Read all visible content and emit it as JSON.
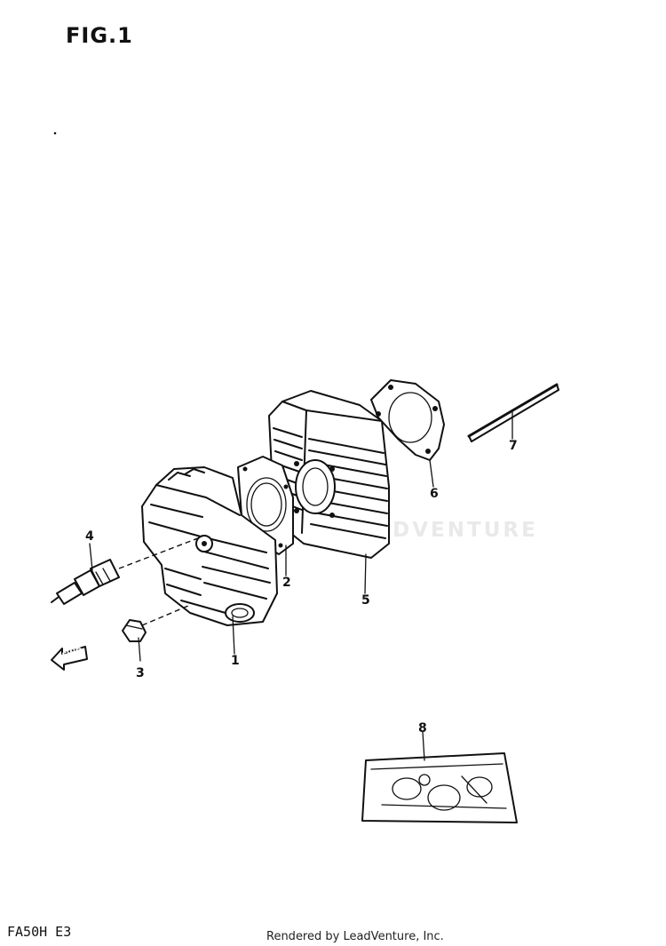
{
  "figure": {
    "title": "FIG.1"
  },
  "watermark": {
    "text": "LEADVENTURE"
  },
  "callouts": [
    {
      "id": "1",
      "label": "1"
    },
    {
      "id": "2",
      "label": "2"
    },
    {
      "id": "3",
      "label": "3"
    },
    {
      "id": "4",
      "label": "4"
    },
    {
      "id": "5",
      "label": "5"
    },
    {
      "id": "6",
      "label": "6"
    },
    {
      "id": "7",
      "label": "7"
    },
    {
      "id": "8",
      "label": "8"
    }
  ],
  "direction_arrow": {
    "text": "FWD"
  },
  "footer": {
    "model_code": "FA50H E3",
    "credit": "Rendered by LeadVenture, Inc."
  }
}
